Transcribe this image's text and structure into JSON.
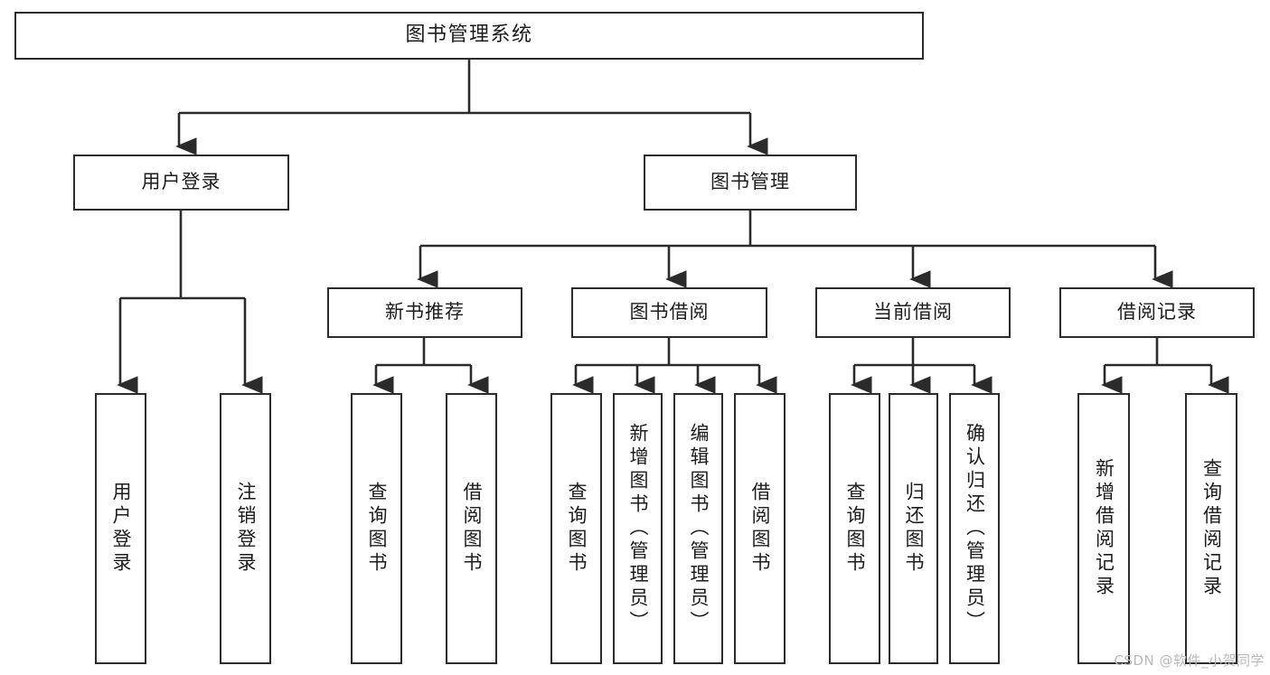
{
  "diagram": {
    "title": "图书管理系统",
    "type": "tree",
    "background_color": "#ffffff",
    "line_color": "#2b2b2b",
    "box_border_color": "#2b2b2b",
    "text_color": "#1c1c1c"
  },
  "nodes": {
    "root": {
      "label": "图书管理系统",
      "level": 1,
      "orientation": "horizontal"
    },
    "user_login": {
      "label": "用户登录",
      "level": 2,
      "orientation": "horizontal"
    },
    "book_manage": {
      "label": "图书管理",
      "level": 2,
      "orientation": "horizontal"
    },
    "new_book_rec": {
      "label": "新书推荐",
      "level": 3,
      "orientation": "horizontal"
    },
    "book_borrow": {
      "label": "图书借阅",
      "level": 3,
      "orientation": "horizontal"
    },
    "current_borrow": {
      "label": "当前借阅",
      "level": 3,
      "orientation": "horizontal"
    },
    "borrow_record": {
      "label": "借阅记录",
      "level": 3,
      "orientation": "horizontal"
    },
    "leaf_user_login": {
      "label": "用户登录",
      "level": 4,
      "orientation": "vertical",
      "parent": "user_login"
    },
    "leaf_user_logout": {
      "label": "注销登录",
      "level": 4,
      "orientation": "vertical",
      "parent": "user_login"
    },
    "leaf_query_book_1": {
      "label": "查询图书",
      "level": 4,
      "orientation": "vertical",
      "parent": "new_book_rec"
    },
    "leaf_borrow_book_1": {
      "label": "借阅图书",
      "level": 4,
      "orientation": "vertical",
      "parent": "new_book_rec"
    },
    "leaf_query_book_2": {
      "label": "查询图书",
      "level": 4,
      "orientation": "vertical",
      "parent": "book_borrow"
    },
    "leaf_add_book": {
      "label": "新增图书（管理员）",
      "level": 4,
      "orientation": "vertical",
      "parent": "book_borrow"
    },
    "leaf_edit_book": {
      "label": "编辑图书（管理员）",
      "level": 4,
      "orientation": "vertical",
      "parent": "book_borrow"
    },
    "leaf_borrow_book_2": {
      "label": "借阅图书",
      "level": 4,
      "orientation": "vertical",
      "parent": "book_borrow"
    },
    "leaf_query_book_3": {
      "label": "查询图书",
      "level": 4,
      "orientation": "vertical",
      "parent": "current_borrow"
    },
    "leaf_return_book": {
      "label": "归还图书",
      "level": 4,
      "orientation": "vertical",
      "parent": "current_borrow"
    },
    "leaf_confirm_return": {
      "label": "确认归还（管理员）",
      "level": 4,
      "orientation": "vertical",
      "parent": "current_borrow"
    },
    "leaf_add_record": {
      "label": "新增借阅记录",
      "level": 4,
      "orientation": "vertical",
      "parent": "borrow_record"
    },
    "leaf_query_record": {
      "label": "查询借阅记录",
      "level": 4,
      "orientation": "vertical",
      "parent": "borrow_record"
    }
  },
  "watermark": {
    "text": "CSDN @软件_小贺同学"
  }
}
